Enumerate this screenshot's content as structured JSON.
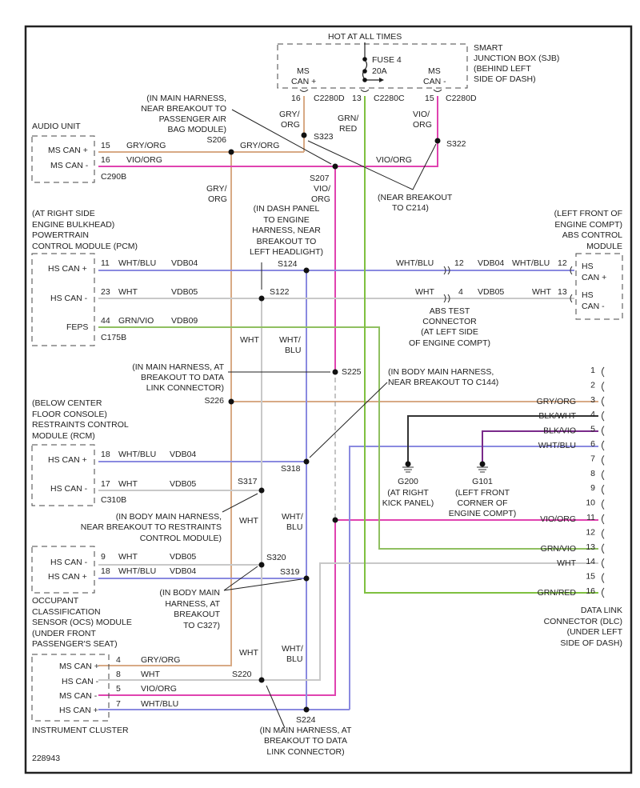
{
  "diagram": {
    "figure_id": "228943",
    "power": {
      "label": "HOT AT ALL TIMES",
      "fuse": "FUSE 4",
      "rating": "20A"
    },
    "sjb": {
      "name": [
        "SMART",
        "JUNCTION BOX (SJB)",
        "(BEHIND LEFT",
        "SIDE OF DASH)"
      ],
      "ms_can_plus": [
        "MS",
        "CAN +"
      ],
      "ms_can_minus": [
        "MS",
        "CAN -"
      ],
      "pins": [
        {
          "num": "16",
          "conn": "C2280D"
        },
        {
          "num": "13",
          "conn": "C2280C"
        },
        {
          "num": "15",
          "conn": "C2280D"
        }
      ]
    },
    "audio": {
      "name": "AUDIO UNIT",
      "connector": "C290B",
      "pins": [
        {
          "label": "MS CAN +",
          "num": "15",
          "color": "GRY/ORG"
        },
        {
          "label": "MS CAN -",
          "num": "16",
          "color": "VIO/ORG"
        }
      ]
    },
    "pcm": {
      "name": [
        "(AT RIGHT SIDE",
        "ENGINE BULKHEAD)",
        "POWERTRAIN",
        "CONTROL MODULE (PCM)"
      ],
      "connector": "C175B",
      "pins": [
        {
          "label": "HS CAN +",
          "num": "11",
          "color": "WHT/BLU",
          "circuit": "VDB04"
        },
        {
          "label": "HS CAN -",
          "num": "23",
          "color": "WHT",
          "circuit": "VDB05"
        },
        {
          "label": "FEPS",
          "num": "44",
          "color": "GRN/VIO",
          "circuit": "VDB09"
        }
      ]
    },
    "abs": {
      "name": [
        "(LEFT FRONT OF",
        "ENGINE COMPT)",
        "ABS CONTROL",
        "MODULE"
      ],
      "pins": [
        {
          "label1": "HS",
          "label2": "CAN +",
          "num": "12",
          "color": "WHT/BLU",
          "circuit": "VDB04",
          "test_pin": "12",
          "in_color": "WHT/BLU"
        },
        {
          "label1": "HS",
          "label2": "CAN -",
          "num": "13",
          "color": "WHT",
          "circuit": "VDB05",
          "test_pin": "4",
          "in_color": "WHT"
        }
      ],
      "test_connector": [
        "ABS TEST",
        "CONNECTOR",
        "(AT LEFT SIDE",
        "OF ENGINE COMPT)"
      ]
    },
    "rcm": {
      "name": [
        "(BELOW CENTER",
        "FLOOR CONSOLE)",
        "RESTRAINTS CONTROL",
        "MODULE (RCM)"
      ],
      "connector": "C310B",
      "pins": [
        {
          "label": "HS CAN +",
          "num": "18",
          "color": "WHT/BLU",
          "circuit": "VDB04"
        },
        {
          "label": "HS CAN -",
          "num": "17",
          "color": "WHT",
          "circuit": "VDB05"
        }
      ]
    },
    "ocs": {
      "name": [
        "OCCUPANT",
        "CLASSIFICATION",
        "SENSOR (OCS) MODULE",
        "(UNDER FRONT",
        "PASSENGER'S SEAT)"
      ],
      "pins": [
        {
          "label": "HS CAN -",
          "num": "9",
          "color": "WHT",
          "circuit": "VDB05"
        },
        {
          "label": "HS CAN +",
          "num": "18",
          "color": "WHT/BLU",
          "circuit": "VDB04"
        }
      ]
    },
    "ic": {
      "name": "INSTRUMENT CLUSTER",
      "pins": [
        {
          "label": "MS CAN +",
          "num": "4",
          "color": "GRY/ORG"
        },
        {
          "label": "HS CAN -",
          "num": "8",
          "color": "WHT"
        },
        {
          "label": "MS CAN -",
          "num": "5",
          "color": "VIO/ORG"
        },
        {
          "label": "HS CAN +",
          "num": "7",
          "color": "WHT/BLU"
        }
      ]
    },
    "dlc": {
      "name": [
        "DATA LINK",
        "CONNECTOR (DLC)",
        "(UNDER LEFT",
        "SIDE OF DASH)"
      ],
      "pins": [
        {
          "num": "1",
          "color": ""
        },
        {
          "num": "2",
          "color": ""
        },
        {
          "num": "3",
          "color": "GRY/ORG"
        },
        {
          "num": "4",
          "color": "BLK/WHT"
        },
        {
          "num": "5",
          "color": "BLK/VIO"
        },
        {
          "num": "6",
          "color": "WHT/BLU"
        },
        {
          "num": "7",
          "color": ""
        },
        {
          "num": "8",
          "color": ""
        },
        {
          "num": "9",
          "color": ""
        },
        {
          "num": "10",
          "color": ""
        },
        {
          "num": "11",
          "color": "VIO/ORG"
        },
        {
          "num": "12",
          "color": ""
        },
        {
          "num": "13",
          "color": "GRN/VIO"
        },
        {
          "num": "14",
          "color": "WHT"
        },
        {
          "num": "15",
          "color": ""
        },
        {
          "num": "16",
          "color": "GRN/RED"
        }
      ]
    },
    "grounds": [
      {
        "id": "G200",
        "loc": [
          "(AT RIGHT",
          "KICK PANEL)"
        ]
      },
      {
        "id": "G101",
        "loc": [
          "(LEFT FRONT",
          "CORNER OF",
          "ENGINE COMPT)"
        ]
      }
    ],
    "splices": {
      "S206": "S206",
      "S323": "S323",
      "S322": "S322",
      "S207": "S207",
      "S124": "S124",
      "S122": "S122",
      "S225": "S225",
      "S226": "S226",
      "S318": "S318",
      "S317": "S317",
      "S320": "S320",
      "S319": "S319",
      "S220": "S220",
      "S224": "S224"
    },
    "wire_labels": {
      "gry_org": "GRY/ORG",
      "gry": "GRY/",
      "org": "ORG",
      "vio": "VIO/",
      "vio_org": "VIO/ORG",
      "grn": "GRN/",
      "red": "RED",
      "wht": "WHT",
      "wht_slash": "WHT/",
      "blu": "BLU",
      "wht_blu": "WHT/BLU"
    },
    "notes": {
      "airbag": [
        "(IN MAIN HARNESS,",
        "NEAR BREAKOUT TO",
        "PASSENGER AIR",
        "BAG MODULE)"
      ],
      "c214": [
        "(NEAR BREAKOUT",
        "TO C214)"
      ],
      "headlight": [
        "(IN DASH PANEL",
        "TO ENGINE",
        "HARNESS, NEAR",
        "BREAKOUT TO",
        "LEFT HEADLIGHT)"
      ],
      "dlc_main": [
        "(IN MAIN HARNESS, AT",
        "BREAKOUT TO DATA",
        "LINK CONNECTOR)"
      ],
      "c144": [
        "(IN BODY MAIN HARNESS,",
        "NEAR BREAKOUT TO C144)"
      ],
      "restraints": [
        "(IN BODY MAIN HARNESS,",
        "NEAR BREAKOUT TO RESTRAINTS",
        "CONTROL MODULE)"
      ],
      "c327": [
        "(IN BODY MAIN",
        "HARNESS, AT",
        "BREAKOUT",
        "TO C327)"
      ],
      "dlc_bottom": [
        "(IN MAIN HARNESS, AT",
        "BREAKOUT TO DATA",
        "LINK CONNECTOR)"
      ]
    }
  }
}
